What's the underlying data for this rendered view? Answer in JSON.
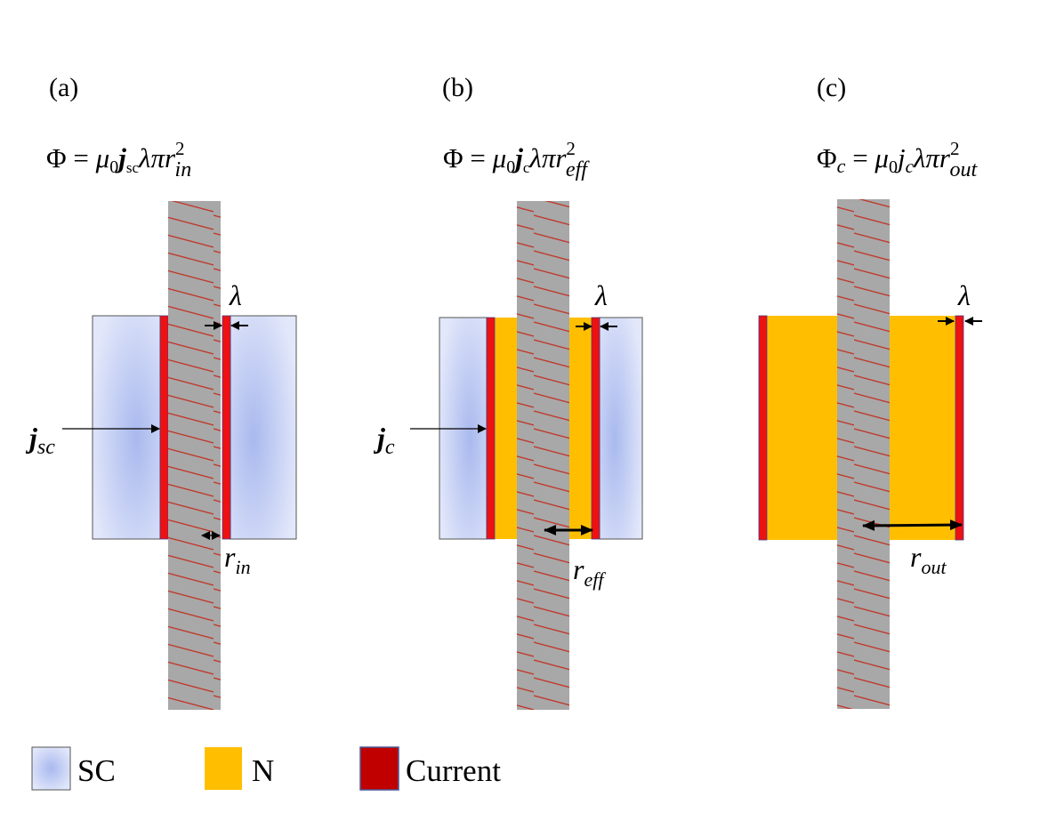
{
  "panels": [
    {
      "label": "(a)",
      "equation": {
        "lhs": "Φ",
        "op": " = ",
        "mu": "μ",
        "mu_sub": "0",
        "j": "j",
        "j_sub": "sc",
        "mid": "λπr",
        "sup": "2",
        "sub": "in"
      },
      "current_label": {
        "main": "j",
        "sub": "sc"
      },
      "lambda": "λ",
      "radius_label": {
        "main": "r",
        "sub": "in"
      }
    },
    {
      "label": "(b)",
      "equation": {
        "lhs": "Φ",
        "op": " = ",
        "mu": "μ",
        "mu_sub": "0",
        "j": "j",
        "j_sub": "c",
        "mid": "λπr",
        "sup": "2",
        "sub": "eff"
      },
      "current_label": {
        "main": "j",
        "sub": "c"
      },
      "lambda": "λ",
      "radius_label": {
        "main": "r",
        "sub": "eff"
      }
    },
    {
      "label": "(c)",
      "equation": {
        "lhs": "Φ",
        "lhs_sub": "c",
        "op": " = ",
        "mu": "μ",
        "mu_sub": "0",
        "j": "j",
        "j_sub": "c",
        "mid": "λπr",
        "sup": "2",
        "sub": "out"
      },
      "lambda": "λ",
      "radius_label": {
        "main": "r",
        "sub": "out"
      }
    }
  ],
  "legend": [
    {
      "label": "SC"
    },
    {
      "label": "N"
    },
    {
      "label": "Current"
    }
  ],
  "colors": {
    "sc_center": "#a9b9ee",
    "sc_edge": "#e2e7fa",
    "normal": "#ffbf00",
    "current": "#ee1111",
    "current_legend": "#c00000",
    "flux_tube": "#a8a8a8",
    "flux_line": "#c0392b"
  }
}
